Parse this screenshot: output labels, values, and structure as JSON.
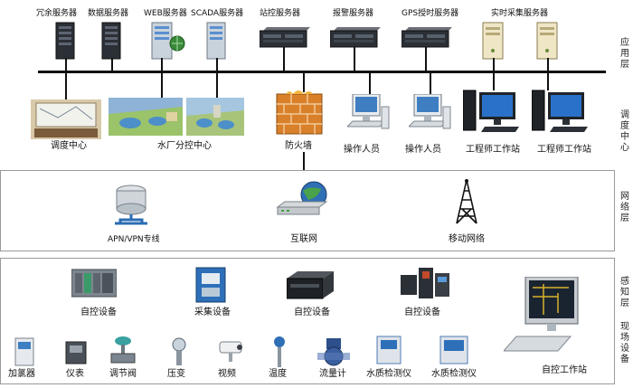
{
  "layers": {
    "app": {
      "side_label": [
        "应",
        "用",
        "层"
      ],
      "side_label2": [
        "调",
        "度",
        "中",
        "心"
      ],
      "servers": [
        "冗余服务器",
        "数据服务器",
        "WEB服务器",
        "SCADA服务器",
        "站控服务器",
        "报警服务器",
        "GPS授时服务器",
        "实时采集服务器"
      ],
      "clients": [
        "调度中心",
        "水厂分控中心",
        "防火墙",
        "操作人员",
        "操作人员",
        "工程师工作站",
        "工程师工作站"
      ]
    },
    "network": {
      "side_label": [
        "网",
        "络",
        "层"
      ],
      "items": [
        "APN/VPN专线",
        "互联网",
        "移动网络"
      ]
    },
    "field": {
      "side_label": [
        "感",
        "知",
        "层"
      ],
      "side_label2": [
        "现",
        "场",
        "设",
        "备"
      ],
      "controllers": [
        "自控设备",
        "采集设备",
        "自控设备",
        "自控设备"
      ],
      "devices": [
        "加氯器",
        "仪表",
        "调节阀",
        "压变",
        "视频",
        "温度",
        "流量计",
        "水质检测仪",
        "水质检测仪"
      ],
      "workstation": "自控工作站"
    }
  },
  "colors": {
    "bus": "#111111",
    "border": "#9a9a9a",
    "server_dark": "#2b2f36",
    "server_light": "#c9d3dc",
    "firewall": "#d9802a"
  }
}
